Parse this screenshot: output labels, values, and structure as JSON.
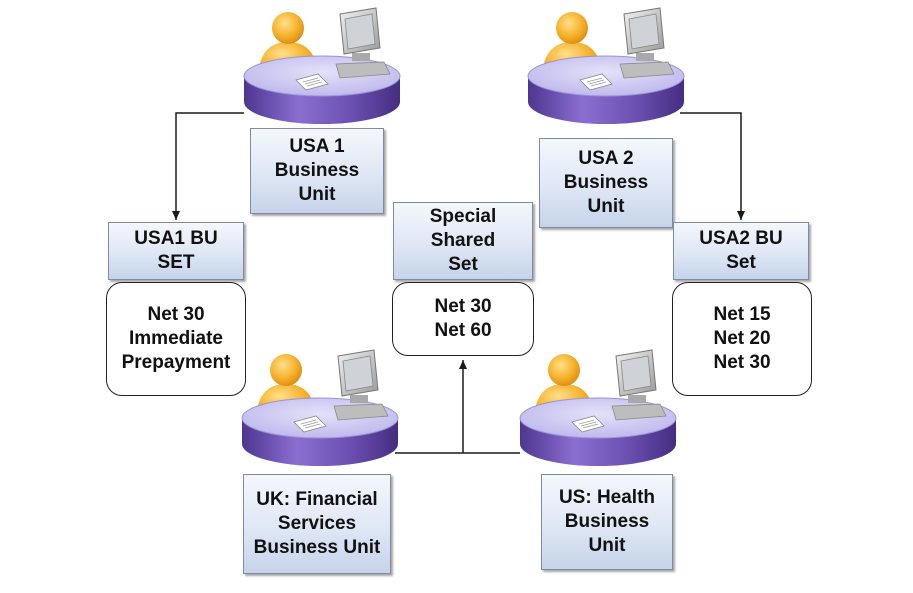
{
  "business_units": {
    "usa1": {
      "lines": [
        "USA 1",
        "Business",
        "Unit"
      ]
    },
    "usa2": {
      "lines": [
        "USA 2",
        "Business",
        "Unit"
      ]
    },
    "uk": {
      "lines": [
        "UK: Financial",
        "Services",
        "Business Unit"
      ]
    },
    "us_health": {
      "lines": [
        "US: Health",
        "Business",
        "Unit"
      ]
    }
  },
  "sets": {
    "usa1_set": {
      "lines": [
        "USA1 BU",
        "SET"
      ],
      "terms": [
        "Net 30",
        "Immediate",
        "Prepayment"
      ]
    },
    "shared_set": {
      "lines": [
        "Special",
        "Shared",
        "Set"
      ],
      "terms": [
        "Net 30",
        "Net 60"
      ]
    },
    "usa2_set": {
      "lines": [
        "USA2 BU",
        "Set"
      ],
      "terms": [
        "Net 15",
        "Net 20",
        "Net 30"
      ]
    }
  },
  "icons": {
    "person": "user-avatar",
    "computer": "desktop-computer",
    "document": "document-paper",
    "desk": "round-desk"
  },
  "colors": {
    "desk_top": "#c9c5ef",
    "desk_side": "#6a4fb0",
    "person": "#f2a81c",
    "label_fill": "#dfe7f5",
    "connector": "#1a1a1a"
  }
}
